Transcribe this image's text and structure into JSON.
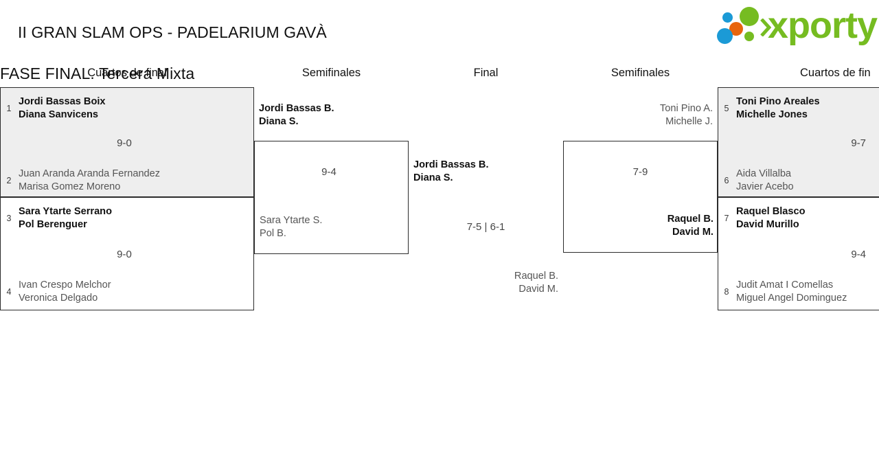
{
  "header": {
    "title_line1": "II GRAN SLAM OPS - PADELARIUM GAVÀ",
    "title_line2": "FASE FINAL. Tercera Mixta",
    "logo_text": "xporty"
  },
  "colors": {
    "brand_green": "#76bc21",
    "brand_blue": "#1b9ad6",
    "brand_orange": "#e8650d",
    "shaded_row": "#eeeeee",
    "border": "#2b2b2b",
    "winner_text": "#111111",
    "loser_text": "#555555"
  },
  "rounds": [
    {
      "label": "Cuartos de final"
    },
    {
      "label": "Semifinales"
    },
    {
      "label": "Final"
    },
    {
      "label": "Semifinales"
    },
    {
      "label": "Cuartos de fin"
    }
  ],
  "left_quarterfinals": [
    {
      "score": "9-0",
      "top": {
        "seed": "1",
        "player1": "Jordi Bassas Boix",
        "player2": "Diana Sanvicens",
        "result": "winner"
      },
      "bottom": {
        "seed": "2",
        "player1": "Juan Aranda Aranda Fernandez",
        "player2": "Marisa Gomez Moreno",
        "result": "loser"
      }
    },
    {
      "score": "9-0",
      "top": {
        "seed": "3",
        "player1": "Sara Ytarte Serrano",
        "player2": "Pol Berenguer",
        "result": "winner"
      },
      "bottom": {
        "seed": "4",
        "player1": "Ivan Crespo Melchor",
        "player2": "Veronica Delgado",
        "result": "loser"
      }
    }
  ],
  "left_semifinal": {
    "score": "9-4",
    "top": {
      "player1": "Jordi Bassas B.",
      "player2": "Diana S.",
      "result": "winner"
    },
    "bottom": {
      "player1": "Sara Ytarte S.",
      "player2": "Pol B.",
      "result": "loser"
    }
  },
  "final": {
    "score": "7-5 | 6-1",
    "top": {
      "player1": "Jordi Bassas B.",
      "player2": "Diana S.",
      "result": "winner"
    },
    "bottom": {
      "player1": "Raquel B.",
      "player2": "David M.",
      "result": "loser"
    }
  },
  "right_semifinal": {
    "score": "7-9",
    "top": {
      "player1": "Toni Pino A.",
      "player2": "Michelle J.",
      "result": "loser"
    },
    "bottom": {
      "player1": "Raquel B.",
      "player2": "David M.",
      "result": "winner"
    }
  },
  "right_quarterfinals": [
    {
      "score": "9-7",
      "top": {
        "seed": "5",
        "player1": "Toni Pino Areales",
        "player2": "Michelle Jones",
        "result": "winner"
      },
      "bottom": {
        "seed": "6",
        "player1": "Aida Villalba",
        "player2": "Javier Acebo",
        "result": "loser"
      }
    },
    {
      "score": "9-4",
      "top": {
        "seed": "7",
        "player1": "Raquel Blasco",
        "player2": "David Murillo",
        "result": "winner"
      },
      "bottom": {
        "seed": "8",
        "player1": "Judit Amat I Comellas",
        "player2": "Miguel Angel Dominguez",
        "result": "loser"
      }
    }
  ]
}
